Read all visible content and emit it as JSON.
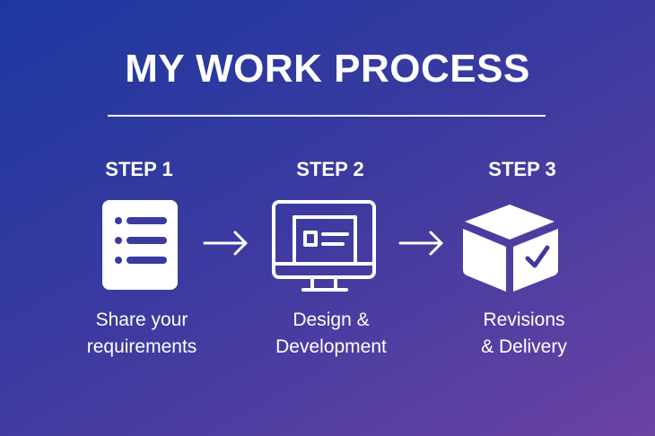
{
  "title": "MY WORK PROCESS",
  "steps": [
    {
      "label": "STEP 1",
      "line1": "Share your",
      "line2": "requirements",
      "icon": "list-document-icon"
    },
    {
      "label": "STEP 2",
      "line1": "Design &",
      "line2": "Development",
      "icon": "monitor-icon"
    },
    {
      "label": "STEP 3",
      "line1": "Revisions",
      "line2": "& Delivery",
      "icon": "box-check-icon"
    }
  ],
  "colors": {
    "gradient_start": "#1c38a0",
    "gradient_end": "#6a42a2",
    "foreground": "#ffffff"
  }
}
